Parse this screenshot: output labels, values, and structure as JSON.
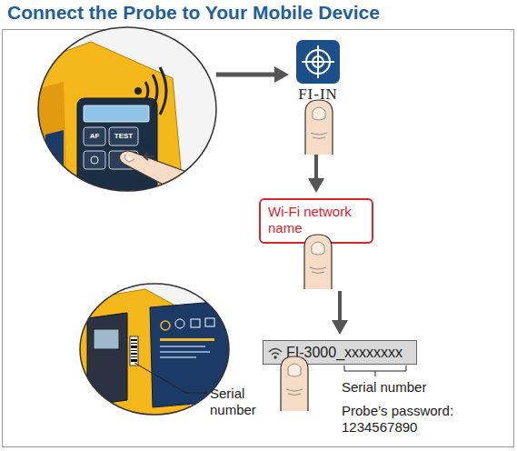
{
  "diagram": {
    "title": "Connect the Probe to Your Mobile Device",
    "nodes": [
      {
        "text": [
          "AF",
          "TEST"
        ]
      },
      {
        "text": [
          "FI-IN"
        ]
      },
      {
        "text": [
          "Wi-Fi network name"
        ]
      },
      {
        "text": [
          "FI-3000_xxxxxxxx"
        ]
      }
    ],
    "edges": [
      {
        "from": 0,
        "to": 1,
        "arrow": "to"
      },
      {
        "from": 1,
        "to": 2,
        "arrow": "to"
      },
      {
        "from": 2,
        "to": 3,
        "arrow": "to"
      }
    ],
    "labels": [
      "Serial number",
      "Probe’s password: 1234567890",
      "Serial number"
    ]
  }
}
